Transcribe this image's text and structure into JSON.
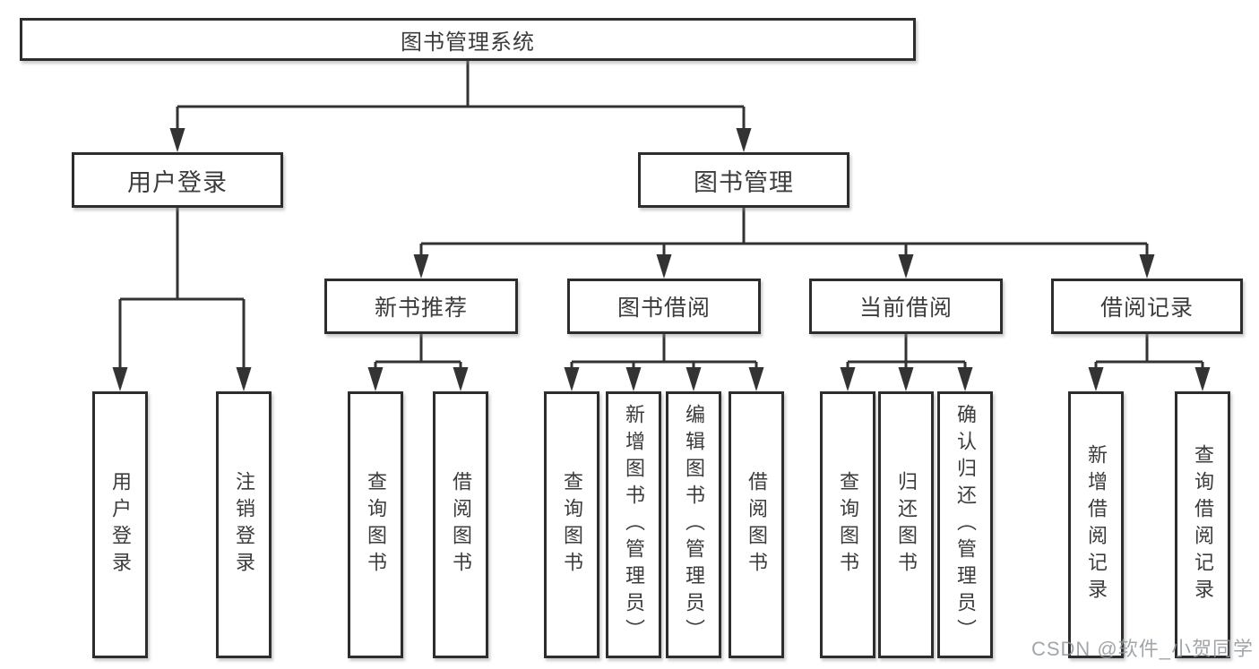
{
  "tree": {
    "root_label": "图书管理系统",
    "branches": [
      {
        "label": "用户登录",
        "leaves": [
          "用户登录",
          "注销登录"
        ]
      },
      {
        "label": "图书管理",
        "groups": [
          {
            "label": "新书推荐",
            "leaves": [
              "查询图书",
              "借阅图书"
            ]
          },
          {
            "label": "图书借阅",
            "leaves": [
              "查询图书",
              "新增图书（管理员）",
              "编辑图书（管理员）",
              "借阅图书"
            ]
          },
          {
            "label": "当前借阅",
            "leaves": [
              "查询图书",
              "归还图书",
              "确认归还（管理员）"
            ]
          },
          {
            "label": "借阅记录",
            "leaves": [
              "新增借阅记录",
              "查询借阅记录"
            ]
          }
        ]
      }
    ]
  },
  "watermark": {
    "text": "CSDN @软件_小贺同学"
  },
  "colors": {
    "line": "#333333",
    "border": "#2d2d2d",
    "text": "#3c3c3c",
    "watermark": "#91969b"
  }
}
